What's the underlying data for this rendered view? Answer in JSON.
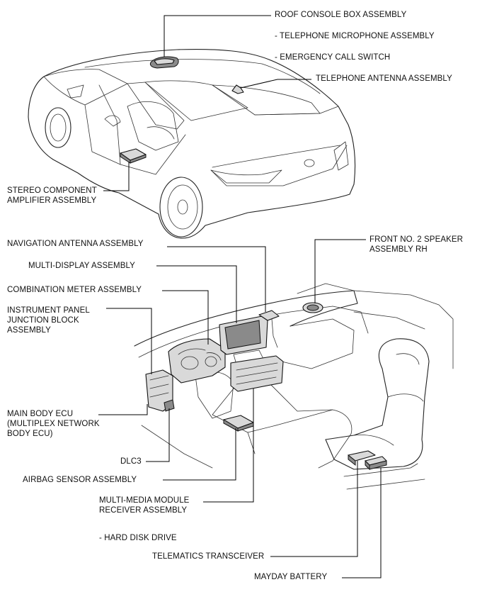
{
  "labels": {
    "roof_console": "ROOF CONSOLE BOX ASSEMBLY",
    "tel_mic": "- TELEPHONE MICROPHONE ASSEMBLY",
    "emergency_switch": "- EMERGENCY CALL SWITCH",
    "tel_antenna": "TELEPHONE ANTENNA ASSEMBLY",
    "stereo_amp": [
      "STEREO COMPONENT",
      "AMPLIFIER ASSEMBLY"
    ],
    "nav_antenna": "NAVIGATION ANTENNA ASSEMBLY",
    "front_speaker": [
      "FRONT NO. 2 SPEAKER",
      "ASSEMBLY RH"
    ],
    "multi_display": "MULTI-DISPLAY ASSEMBLY",
    "combination_meter": "COMBINATION METER ASSEMBLY",
    "ip_junction": [
      "INSTRUMENT PANEL",
      "JUNCTION BLOCK",
      "ASSEMBLY"
    ],
    "main_body_ecu": [
      "MAIN BODY ECU",
      "(MULTIPLEX NETWORK",
      "BODY ECU)"
    ],
    "dlc3": "DLC3",
    "airbag_sensor": "AIRBAG SENSOR ASSEMBLY",
    "multimedia_receiver": [
      "MULTI-MEDIA MODULE",
      "RECEIVER ASSEMBLY"
    ],
    "hard_disk": "- HARD DISK DRIVE",
    "telematics": "TELEMATICS TRANSCEIVER",
    "mayday_battery": "MAYDAY BATTERY"
  }
}
